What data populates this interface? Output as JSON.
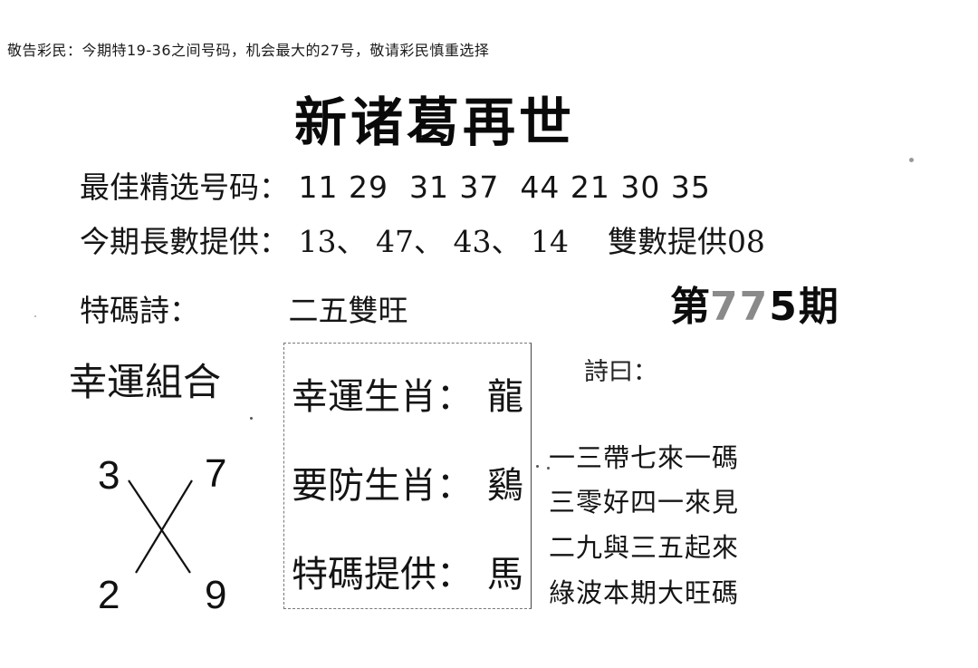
{
  "notice": {
    "text": "敬告彩民：今期特19-36之间号码，机会最大的27号，敬请彩民慎重选择"
  },
  "title": "新诸葛再世",
  "best_picks": {
    "label": "最佳精选号码：",
    "numbers": [
      "11",
      "29",
      "31",
      "37",
      "44",
      "21",
      "30",
      "35"
    ],
    "numbers_text": "11 29  31 37  44 21 30 35"
  },
  "long_numbers": {
    "label": "今期長數提供：",
    "values_text": "13、 47、 43、 14",
    "values": [
      "13",
      "47",
      "43",
      "14"
    ],
    "double_label": "雙數提供",
    "double_value": "08"
  },
  "special_poem": {
    "label": "特碼詩：",
    "value": "二五雙旺"
  },
  "issue": {
    "prefix": "第",
    "number_faded": "77",
    "number_last": "5",
    "suffix": "期",
    "full": "第775期"
  },
  "lucky_combo": {
    "label": "幸運組合",
    "digits": {
      "top_left": "3",
      "top_right": "7",
      "bottom_left": "2",
      "bottom_right": "9"
    }
  },
  "zodiac_box": {
    "lines": [
      {
        "label": "幸運生肖：",
        "value": "龍"
      },
      {
        "label": "要防生肖：",
        "value": "鷄"
      },
      {
        "label": "特碼提供：",
        "value": "馬"
      }
    ]
  },
  "poem": {
    "title": "詩曰：",
    "lines": [
      "一三帶七來一碼",
      "三零好四一來見",
      "二九與三五起來",
      "綠波本期大旺碼"
    ]
  },
  "colors": {
    "ink": "#111111",
    "paper": "#ffffff",
    "faded_ink": "#8a8a8a"
  }
}
